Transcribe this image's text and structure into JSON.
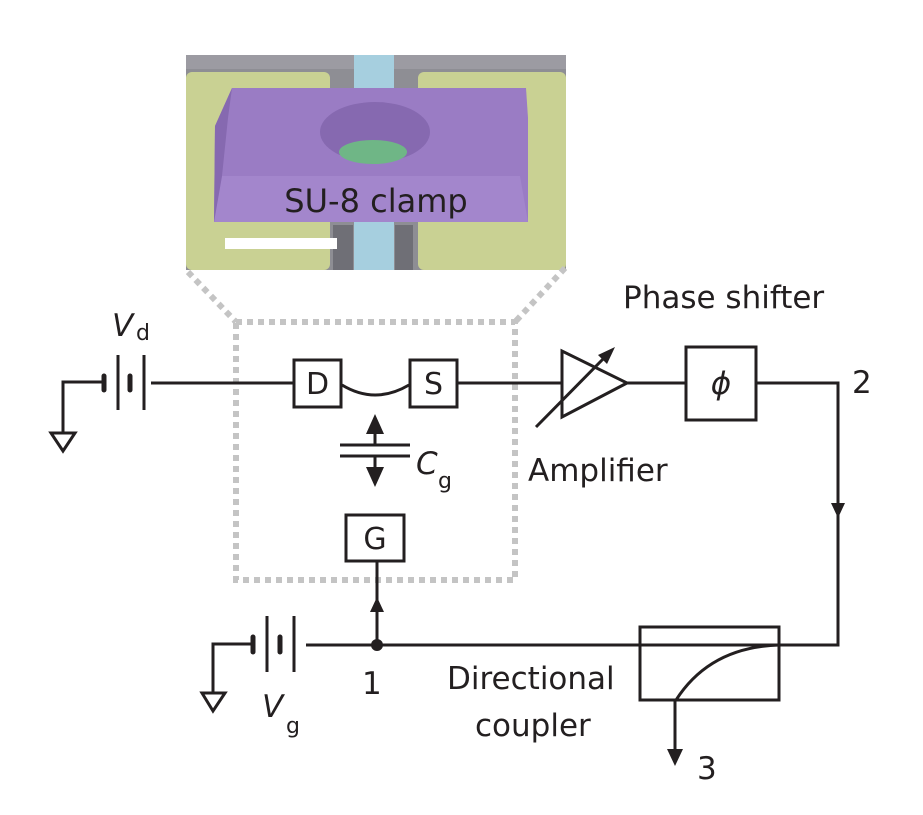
{
  "figure": {
    "inset": {
      "caption": "SU-8 clamp",
      "colors": {
        "substrate": "#8e8e94",
        "electrode": "#c9d193",
        "nanotube_channel": "#a6cfdf",
        "clamp": "#9a7cc4",
        "clamp_dark": "#8669b0",
        "hole_floor": "#6fb686",
        "scale_bar": "#ffffff"
      }
    },
    "labels": {
      "drain_voltage": "V",
      "drain_voltage_sub": "d",
      "gate_voltage": "V",
      "gate_voltage_sub": "g",
      "drain": "D",
      "source": "S",
      "gate": "G",
      "capacitance": "C",
      "capacitance_sub": "g",
      "amplifier": "Amplifier",
      "phase_shifter": "Phase shifter",
      "phase_symbol": "ϕ",
      "directional_coupler_line1": "Directional",
      "directional_coupler_line2": "coupler",
      "port1": "1",
      "port2": "2",
      "port3": "3"
    },
    "colors": {
      "ink": "#231f20",
      "dotted_outline": "#c4c4c4",
      "background": "#ffffff"
    }
  }
}
